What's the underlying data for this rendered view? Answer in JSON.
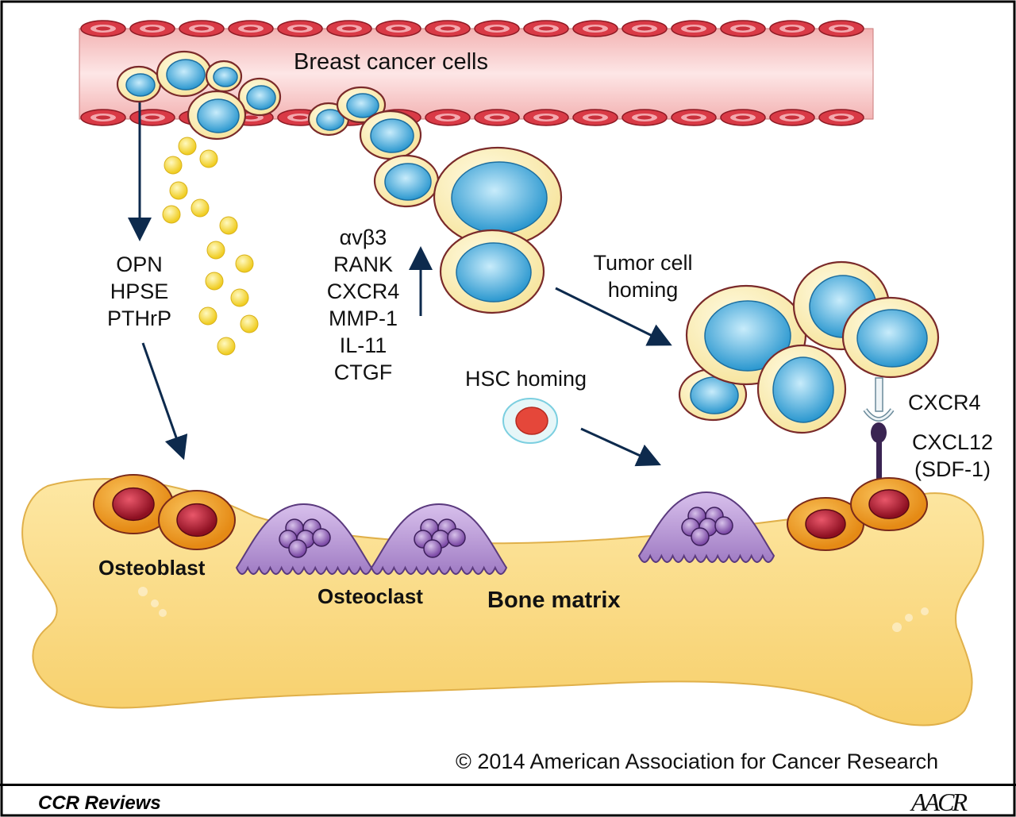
{
  "labels": {
    "blood_vessel": "Breast cancer cells",
    "left_factors": [
      "OPN",
      "HPSE",
      "PTHrP"
    ],
    "middle_factors": [
      "αvβ3",
      "RANK",
      "CXCR4",
      "MMP-1",
      "IL-11",
      "CTGF"
    ],
    "tumor_homing": [
      "Tumor cell",
      "homing"
    ],
    "hsc_homing": "HSC homing",
    "receptor": "CXCR4",
    "ligand": [
      "CXCL12",
      "(SDF-1)"
    ],
    "osteoblast": "Osteoblast",
    "osteoclast": "Osteoclast",
    "bone_matrix": "Bone matrix"
  },
  "copyright": "© 2014 American Association for Cancer Research",
  "journal": "CCR Reviews",
  "publisher_logo": "AACR",
  "colors": {
    "vessel": "#f7c9c9",
    "rbc": "#d93a46",
    "cell_body": "#fbefb8",
    "cell_nucleus": "#2f9fd6",
    "cell_border": "#7a2a2a",
    "bone": "#fbd97c",
    "osteoblast": "#f0a02a",
    "osteoblast_nucleus": "#a3182a",
    "osteoclast": "#b58ed2",
    "secreted_factor": "#f5d93a",
    "arrow": "#0d2a4d"
  }
}
